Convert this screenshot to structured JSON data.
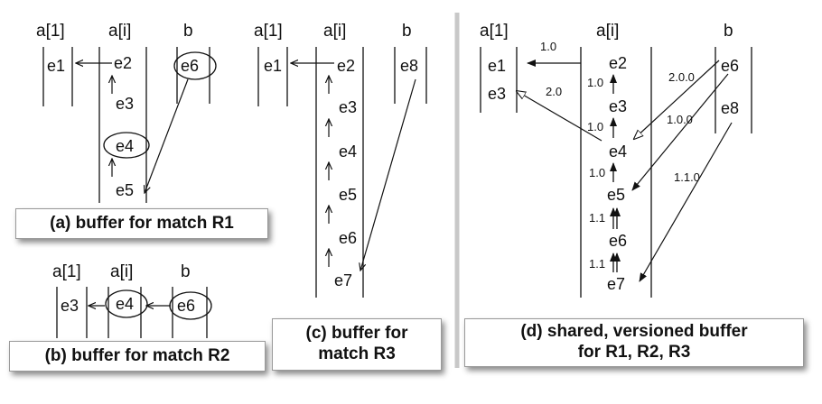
{
  "panel_a": {
    "headers": [
      "a[1]",
      "a[i]",
      "b"
    ],
    "events": [
      "e1",
      "e2",
      "e3",
      "e4",
      "e5",
      "e6"
    ],
    "caption": "(a) buffer for match R1"
  },
  "panel_b": {
    "headers": [
      "a[1]",
      "a[i]",
      "b"
    ],
    "events": [
      "e3",
      "e4",
      "e6"
    ],
    "caption": "(b) buffer for match R2"
  },
  "panel_c": {
    "headers": [
      "a[1]",
      "a[i]",
      "b"
    ],
    "events": [
      "e1",
      "e2",
      "e3",
      "e4",
      "e5",
      "e6",
      "e7",
      "e8"
    ],
    "caption_line1": "(c) buffer for",
    "caption_line2": "match R3"
  },
  "panel_d": {
    "headers": [
      "a[1]",
      "a[i]",
      "b"
    ],
    "events": [
      "e1",
      "e3",
      "e2",
      "e3",
      "e4",
      "e5",
      "e6",
      "e7",
      "e6",
      "e8"
    ],
    "versions": [
      "1.0",
      "2.0",
      "1.0",
      "1.0",
      "1.0",
      "1.1",
      "1.1",
      "2.0.0",
      "1.0.0",
      "1.1.0"
    ],
    "caption_line1": "(d) shared, versioned buffer",
    "caption_line2": "for R1, R2, R3"
  }
}
